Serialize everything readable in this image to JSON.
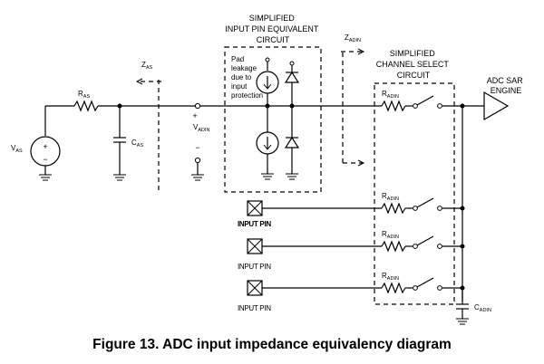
{
  "caption": "Figure 13. ADC input impedance equivalency diagram",
  "labels": {
    "pin_equiv_title": [
      "SIMPLIFIED",
      "INPUT PIN EQUIVALENT",
      "CIRCUIT"
    ],
    "channel_select_title": [
      "SIMPLIFIED",
      "CHANNEL SELECT",
      "CIRCUIT"
    ],
    "adc_engine": [
      "ADC SAR",
      "ENGINE"
    ],
    "pad_leakage_note": [
      "Pad",
      "leakage",
      "due to",
      "input",
      "protection"
    ],
    "zas_main": "Z",
    "zas_sub": "AS",
    "zadin_main": "Z",
    "zadin_sub": "ADIN",
    "ras_main": "R",
    "ras_sub": "AS",
    "cas_main": "C",
    "cas_sub": "AS",
    "vas_main": "V",
    "vas_sub": "AS",
    "vadin_main": "V",
    "vadin_sub": "ADIN",
    "radin_main": "R",
    "radin_sub": "ADIN",
    "cadin_main": "C",
    "cadin_sub": "ADIN",
    "input_pin": "INPUT PIN",
    "plus": "+",
    "minus": "−"
  }
}
